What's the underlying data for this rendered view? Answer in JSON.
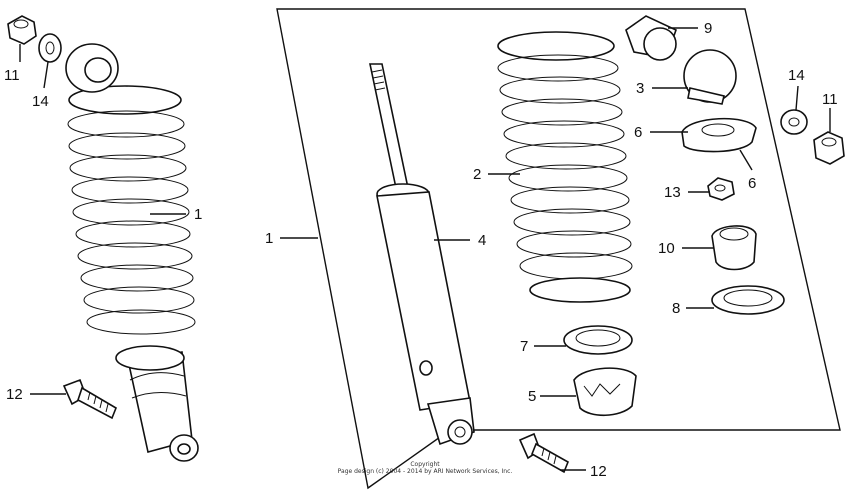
{
  "callouts": {
    "c11_left": "11",
    "c14_left": "14",
    "c1_right": "1",
    "c12_left": "12",
    "c1_box": "1",
    "c4": "4",
    "c2": "2",
    "c9": "9",
    "c3": "3",
    "c6_a": "6",
    "c6_b": "6",
    "c13": "13",
    "c10": "10",
    "c8": "8",
    "c7": "7",
    "c5": "5",
    "c12_bottom": "12",
    "c14_right": "14",
    "c11_right": "11"
  },
  "copyright": {
    "line1": "Copyright",
    "line2": "Page design (c) 2004 - 2014 by ARI Network Services, Inc."
  }
}
